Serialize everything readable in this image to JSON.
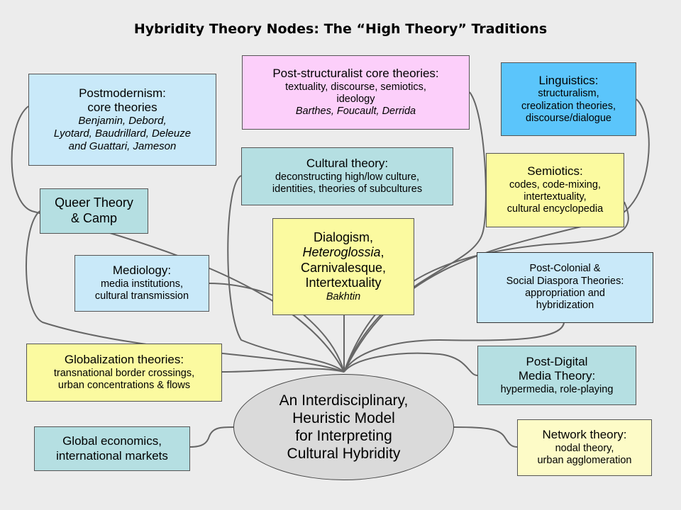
{
  "title": "Hybridity Theory Nodes: The “High Theory” Traditions",
  "center": "An Interdisciplinary,\n Heuristic Model\nfor Interpreting\nCultural Hybridity",
  "nodes": {
    "postmodernism": {
      "heading": "Postmodernism:",
      "line2": "core theories",
      "authors1": "Benjamin, Debord,",
      "authors2": "Lyotard, Baudrillard, Deleuze",
      "authors3": "and Guattari, Jameson"
    },
    "poststructuralist": {
      "heading": "Post-structuralist core theories:",
      "sub1": "textuality, discourse, semiotics,",
      "sub2": "ideology",
      "authors": "Barthes, Foucault, Derrida"
    },
    "linguistics": {
      "heading": "Linguistics:",
      "sub1": "structuralism,",
      "sub2": "creolization theories,",
      "sub3": "discourse/dialogue"
    },
    "queer": {
      "line1": "Queer Theory",
      "line2": "& Camp"
    },
    "cultural_theory": {
      "heading": "Cultural theory:",
      "sub1": "deconstructing high/low culture,",
      "sub2": "identities, theories of subcultures"
    },
    "semiotics": {
      "heading": "Semiotics:",
      "sub1": "codes, code-mixing,",
      "sub2": "intertextuality,",
      "sub3": "cultural encyclopedia"
    },
    "dialogism": {
      "line1": "Dialogism,",
      "line2": "Heteroglossia",
      "line2b": ",",
      "line3": "Carnivalesque,",
      "line4": "Intertextuality",
      "author": "Bakhtin"
    },
    "mediology": {
      "heading": "Mediology:",
      "sub1": "media institutions,",
      "sub2": "cultural transmission"
    },
    "postcolonial": {
      "line1": "Post-Colonial &",
      "line2": "Social Diaspora Theories:",
      "line3": "appropriation and",
      "line4": "hybridization"
    },
    "globalization": {
      "heading": "Globalization theories:",
      "sub1": "transnational border crossings,",
      "sub2": "urban concentrations & flows"
    },
    "postdigital": {
      "line1": "Post-Digital",
      "line2": "Media Theory:",
      "sub": "hypermedia, role-playing"
    },
    "economics": {
      "line1": "Global economics,",
      "line2": "international markets"
    },
    "network": {
      "heading": "Network theory:",
      "sub1": "nodal theory,",
      "sub2": "urban agglomeration"
    }
  },
  "colors": {
    "light_cyan": "#c9e9f9",
    "pink": "#fccffa",
    "blue": "#5bc5fb",
    "teal": "#b5dfe2",
    "yellow": "#fbfaa0",
    "pale_yellow": "#fdfbc7",
    "ellipse": "#dadada",
    "background": "#ececec",
    "connector": "#666666"
  }
}
